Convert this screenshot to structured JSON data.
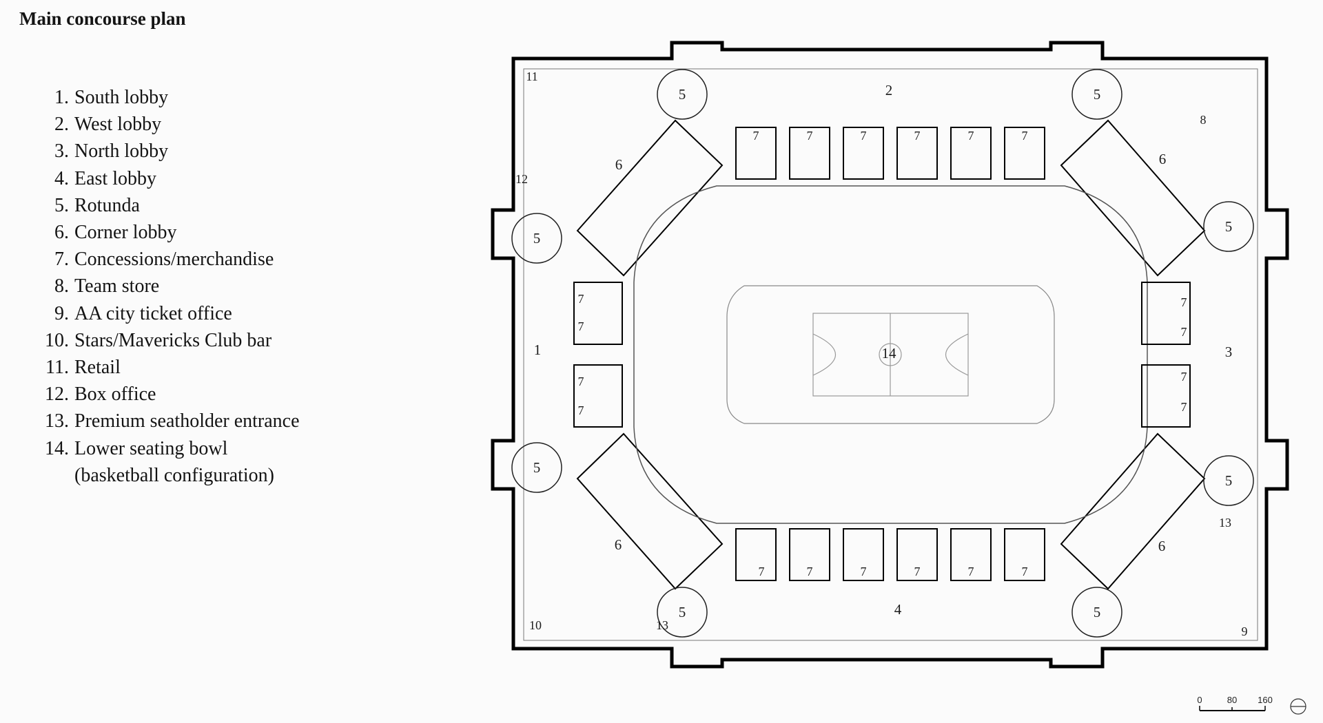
{
  "title": "Main concourse plan",
  "legend": [
    {
      "num": "1.",
      "label": "South lobby"
    },
    {
      "num": "2.",
      "label": "West lobby"
    },
    {
      "num": "3.",
      "label": "North lobby"
    },
    {
      "num": "4.",
      "label": "East lobby"
    },
    {
      "num": "5.",
      "label": "Rotunda"
    },
    {
      "num": "6.",
      "label": "Corner lobby"
    },
    {
      "num": "7.",
      "label": "Concessions/merchandise"
    },
    {
      "num": "8.",
      "label": "Team store"
    },
    {
      "num": "9.",
      "label": "AA city ticket office"
    },
    {
      "num": "10.",
      "label": "Stars/Mavericks Club bar"
    },
    {
      "num": "11.",
      "label": "Retail"
    },
    {
      "num": "12.",
      "label": "Box office"
    },
    {
      "num": "13.",
      "label": "Premium seatholder entrance"
    },
    {
      "num": "14.",
      "label": "Lower seating bowl"
    },
    {
      "num": "",
      "label": "(basketball configuration)"
    }
  ],
  "plan_labels": {
    "south_lobby": "1",
    "west_lobby": "2",
    "north_lobby": "3",
    "east_lobby": "4",
    "rotunda": "5",
    "corner_lobby": "6",
    "concessions": "7",
    "team_store": "8",
    "ticket_office": "9",
    "club_bar": "10",
    "retail": "11",
    "box_office": "12",
    "premium_entrance": "13",
    "seating_bowl": "14"
  },
  "scale_bar": {
    "ticks": [
      "0",
      "80",
      "160"
    ]
  }
}
